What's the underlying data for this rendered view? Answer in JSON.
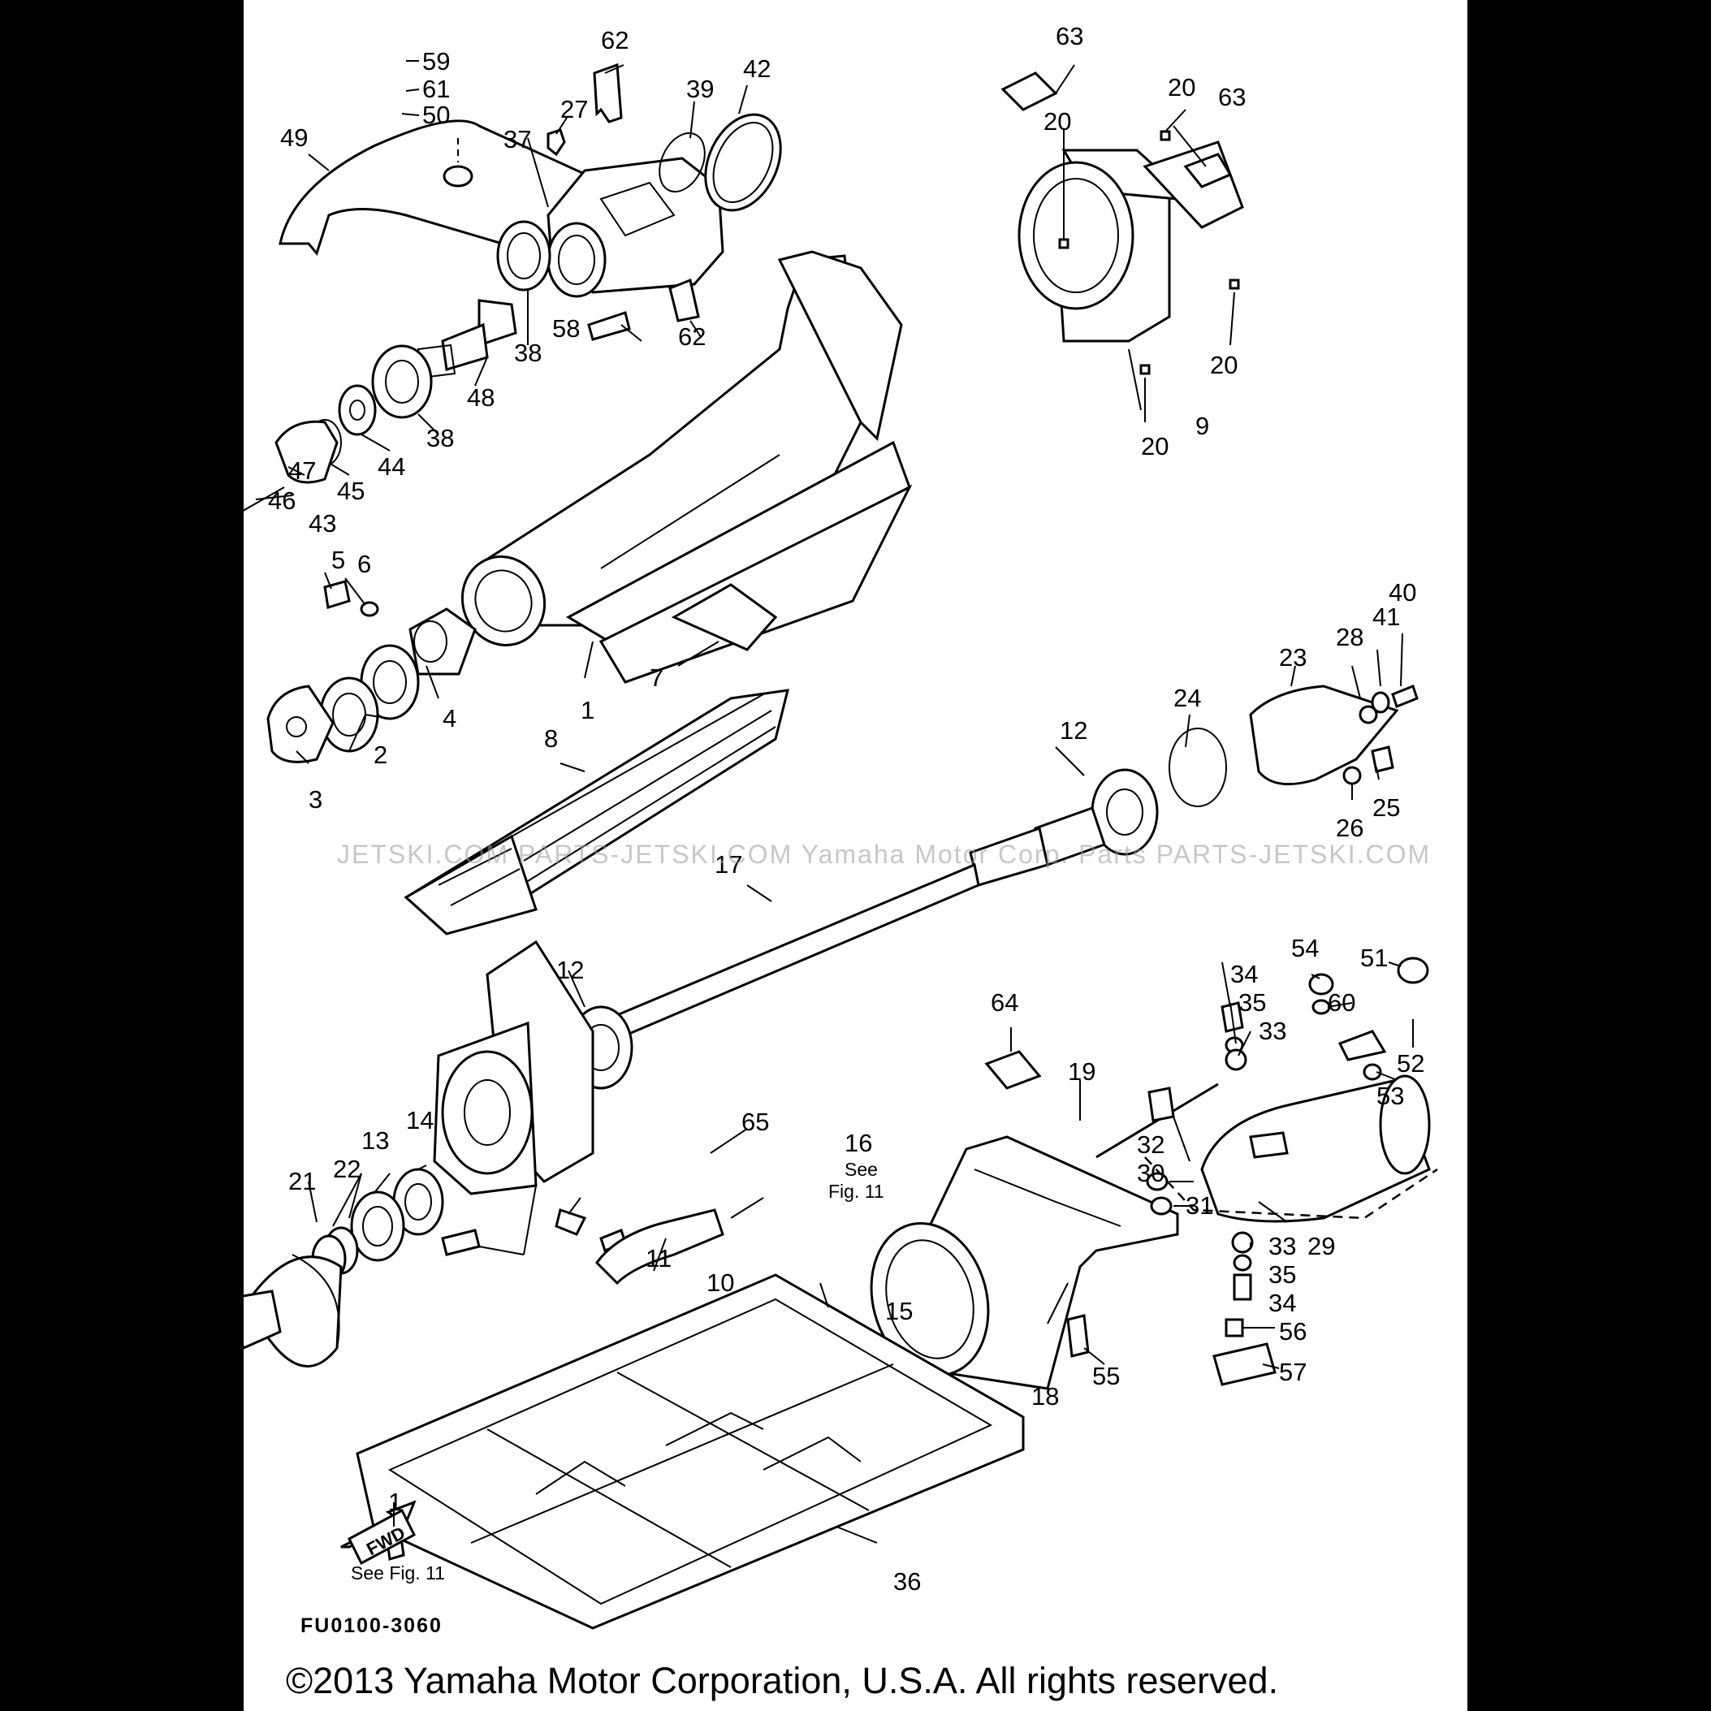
{
  "drawing_code": "FU0100-3060",
  "copyright": "©2013 Yamaha Motor Corporation, U.S.A. All rights reserved.",
  "watermark": "JETSKI.COM  PARTS-JETSKI.COM   Yamaha Motor Corp. Parts  PARTS-JETSKI.COM",
  "notes": {
    "see_fig_11_top": "See",
    "see_fig_11_bottom": "Fig. 11",
    "see_fig_11_inline": "See Fig. 11",
    "fwd": "FWD"
  },
  "part_labels": {
    "p1": "1",
    "p1b": "1",
    "p2": "2",
    "p3": "3",
    "p4": "4",
    "p5": "5",
    "p6": "6",
    "p7": "7",
    "p8": "8",
    "p9": "9",
    "p10": "10",
    "p11": "11",
    "p12a": "12",
    "p12b": "12",
    "p13": "13",
    "p14": "14",
    "p15": "15",
    "p16": "16",
    "p17": "17",
    "p18": "18",
    "p19": "19",
    "p20a": "20",
    "p20b": "20",
    "p20c": "20",
    "p20d": "20",
    "p21": "21",
    "p22": "22",
    "p23": "23",
    "p24": "24",
    "p25": "25",
    "p26": "26",
    "p27": "27",
    "p28": "28",
    "p29": "29",
    "p30": "30",
    "p31": "31",
    "p32": "32",
    "p33a": "33",
    "p33b": "33",
    "p34a": "34",
    "p34b": "34",
    "p35a": "35",
    "p35b": "35",
    "p36": "36",
    "p37": "37",
    "p38a": "38",
    "p38b": "38",
    "p39": "39",
    "p40": "40",
    "p41": "41",
    "p42": "42",
    "p43": "43",
    "p44": "44",
    "p45": "45",
    "p46": "46",
    "p47": "47",
    "p48": "48",
    "p49": "49",
    "p50": "50",
    "p51": "51",
    "p52": "52",
    "p53": "53",
    "p54": "54",
    "p55": "55",
    "p56": "56",
    "p57": "57",
    "p58": "58",
    "p59": "59",
    "p60": "60",
    "p61": "61",
    "p62a": "62",
    "p62b": "62",
    "p63a": "63",
    "p63b": "63",
    "p64": "64",
    "p65": "65"
  }
}
